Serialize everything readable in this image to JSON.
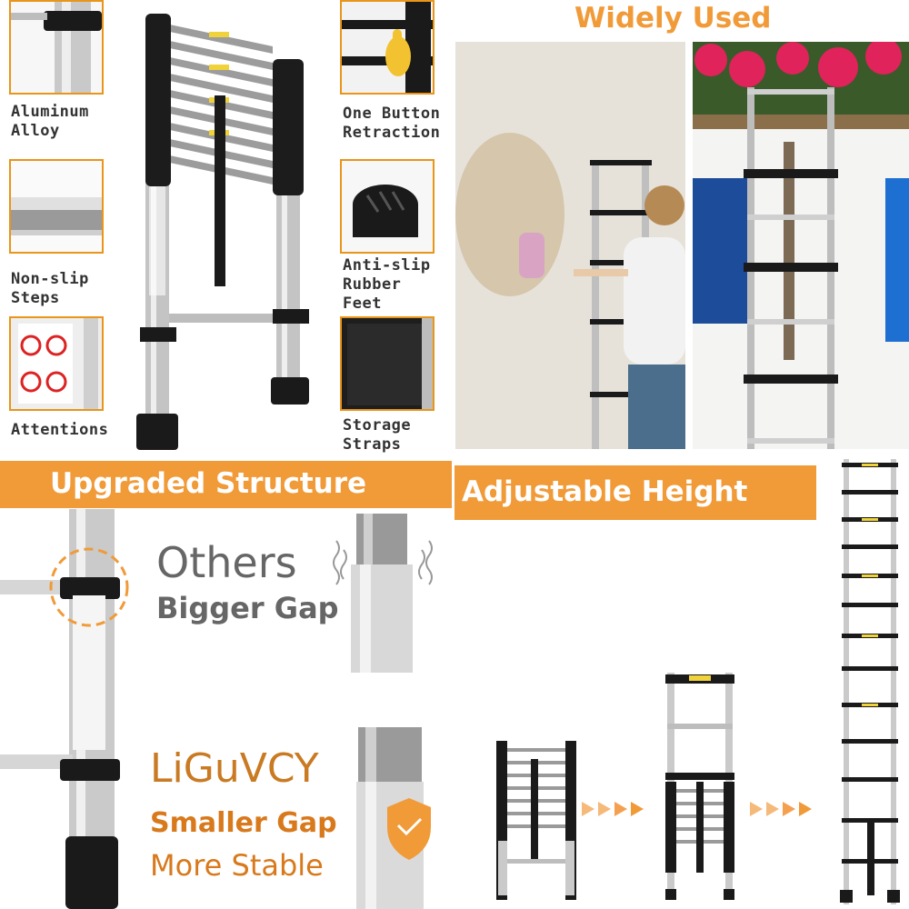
{
  "features": {
    "aluminum": "Aluminum\nAlloy",
    "nonslip": "Non-slip\nSteps",
    "attentions": "Attentions",
    "one_button": "One Button\nRetraction",
    "antislip": "Anti-slip\nRubber\nFeet",
    "straps": "Storage\nStraps"
  },
  "widely_used": "Widely Used",
  "upgraded_structure": "Upgraded Structure",
  "adjustable_height": "Adjustable Height",
  "comparison": {
    "others": "Others",
    "bigger_gap": "Bigger Gap",
    "brand": "LiGuVCY",
    "smaller_gap": "Smaller Gap",
    "more_stable": "More Stable"
  },
  "colors": {
    "accent": "#f19a38",
    "thumb_border": "#e8951a"
  }
}
